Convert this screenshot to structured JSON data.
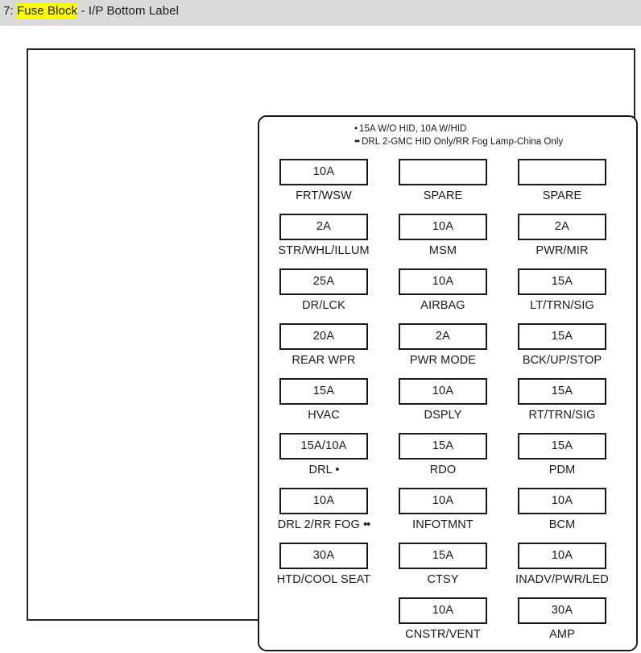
{
  "header": {
    "prefix": "7: ",
    "highlighted": "Fuse Block",
    "suffix": " - I/P Bottom Label"
  },
  "panel": {
    "footnotes": [
      {
        "bullets": "•",
        "text": "15A W/O HID, 10A W/HID"
      },
      {
        "bullets": "••",
        "text": "DRL 2-GMC HID Only/RR Fog Lamp-China Only"
      }
    ],
    "columns": [
      {
        "name": "column-left",
        "cells": [
          {
            "amp": "10A",
            "label": "FRT/WSW",
            "mark": ""
          },
          {
            "amp": "2A",
            "label": "STR/WHL/ILLUM",
            "mark": ""
          },
          {
            "amp": "25A",
            "label": "DR/LCK",
            "mark": ""
          },
          {
            "amp": "20A",
            "label": "REAR WPR",
            "mark": ""
          },
          {
            "amp": "15A",
            "label": "HVAC",
            "mark": ""
          },
          {
            "amp": "15A/10A",
            "label": "DRL",
            "mark": "•"
          },
          {
            "amp": "10A",
            "label": "DRL 2/RR FOG",
            "mark": "••"
          },
          {
            "amp": "30A",
            "label": "HTD/COOL SEAT",
            "mark": ""
          },
          {
            "empty": true
          }
        ]
      },
      {
        "name": "column-middle",
        "cells": [
          {
            "amp": "",
            "label": "SPARE",
            "mark": ""
          },
          {
            "amp": "10A",
            "label": "MSM",
            "mark": ""
          },
          {
            "amp": "10A",
            "label": "AIRBAG",
            "mark": ""
          },
          {
            "amp": "2A",
            "label": "PWR MODE",
            "mark": ""
          },
          {
            "amp": "10A",
            "label": "DSPLY",
            "mark": ""
          },
          {
            "amp": "15A",
            "label": "RDO",
            "mark": ""
          },
          {
            "amp": "10A",
            "label": "INFOTMNT",
            "mark": ""
          },
          {
            "amp": "15A",
            "label": "CTSY",
            "mark": ""
          },
          {
            "amp": "10A",
            "label": "CNSTR/VENT",
            "mark": ""
          }
        ]
      },
      {
        "name": "column-right",
        "cells": [
          {
            "amp": "",
            "label": "SPARE",
            "mark": ""
          },
          {
            "amp": "2A",
            "label": "PWR/MIR",
            "mark": ""
          },
          {
            "amp": "15A",
            "label": "LT/TRN/SIG",
            "mark": ""
          },
          {
            "amp": "15A",
            "label": "BCK/UP/STOP",
            "mark": ""
          },
          {
            "amp": "15A",
            "label": "RT/TRN/SIG",
            "mark": ""
          },
          {
            "amp": "15A",
            "label": "PDM",
            "mark": ""
          },
          {
            "amp": "10A",
            "label": "BCM",
            "mark": ""
          },
          {
            "amp": "10A",
            "label": "INADV/PWR/LED",
            "mark": ""
          },
          {
            "amp": "30A",
            "label": "AMP",
            "mark": ""
          }
        ]
      }
    ]
  },
  "colors": {
    "header_background": "#d9d9d9",
    "highlight": "#ffff00",
    "ink": "#1a1a1a",
    "page": "#ffffff"
  }
}
